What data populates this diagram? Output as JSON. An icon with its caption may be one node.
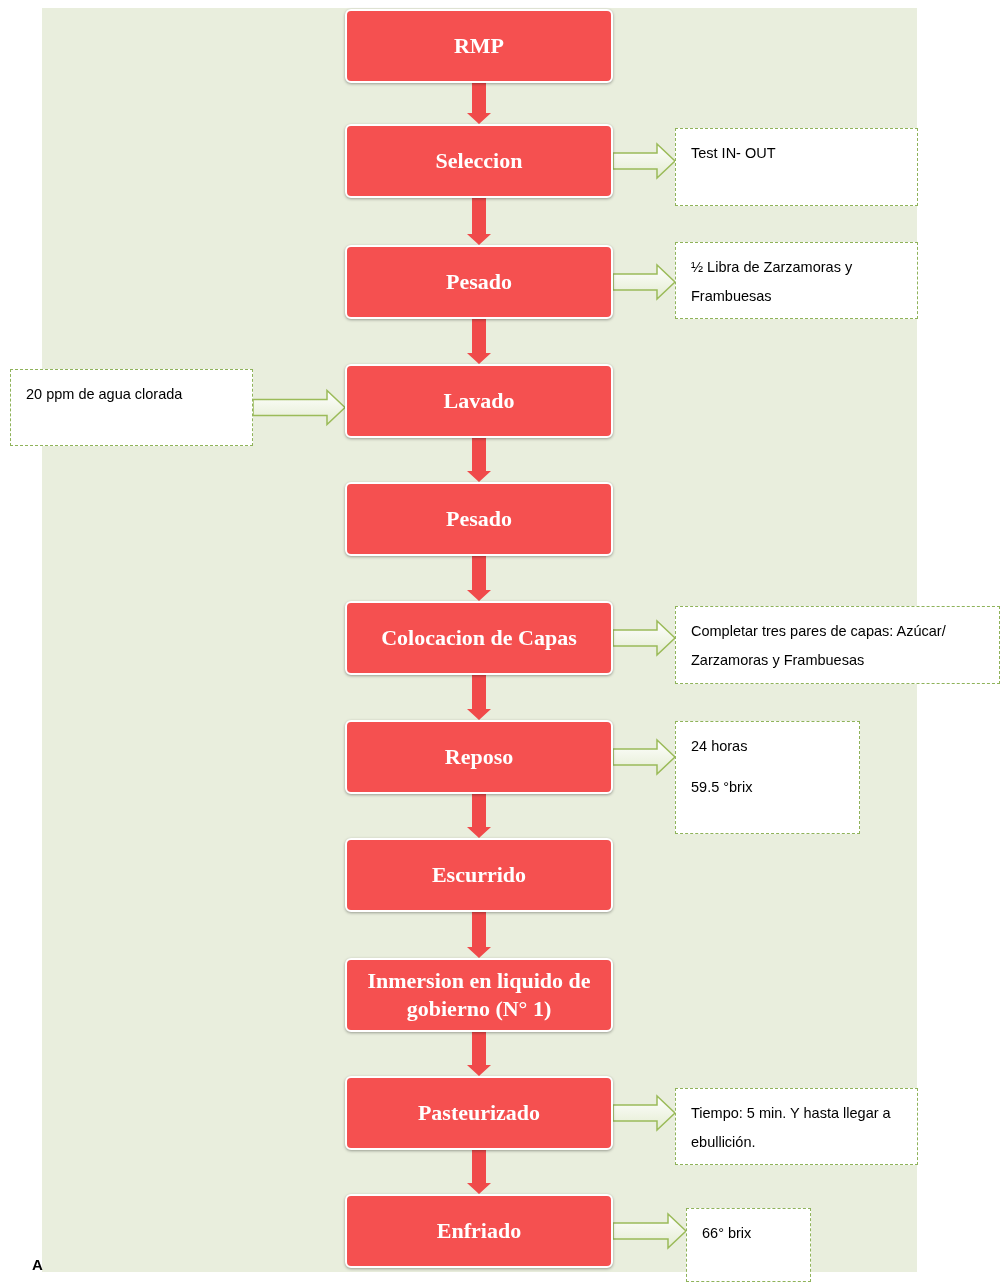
{
  "diagram": {
    "nodes": [
      {
        "text": [
          "RMP"
        ]
      },
      {
        "text": [
          "Seleccion"
        ]
      },
      {
        "text": [
          "Test IN- OUT"
        ]
      },
      {
        "text": [
          "Pesado"
        ]
      },
      {
        "text": [
          "½ Libra de Zarzamoras y Frambuesas"
        ]
      },
      {
        "text": [
          "20 ppm de agua clorada"
        ]
      },
      {
        "text": [
          "Lavado"
        ]
      },
      {
        "text": [
          "Pesado"
        ]
      },
      {
        "text": [
          "Colocacion de Capas"
        ]
      },
      {
        "text": [
          "Completar tres pares de capas: Azúcar/ Zarzamoras y Frambuesas"
        ]
      },
      {
        "text": [
          "Reposo"
        ]
      },
      {
        "text": [
          "24 horas",
          "59.5 °brix"
        ]
      },
      {
        "text": [
          "Escurrido"
        ]
      },
      {
        "text": [
          "Inmersion en liquido de gobierno (N° 1)"
        ]
      },
      {
        "text": [
          "Pasteurizado"
        ]
      },
      {
        "text": [
          "Tiempo: 5 min. Y hasta llegar a ebullición."
        ]
      },
      {
        "text": [
          "Enfriado"
        ]
      },
      {
        "text": [
          "66° brix"
        ]
      }
    ],
    "edges": [
      {
        "from": 0,
        "to": 1,
        "arrow": "to"
      },
      {
        "from": 1,
        "to": 2,
        "arrow": "to",
        "color": "#9bbb59"
      },
      {
        "from": 1,
        "to": 3,
        "arrow": "to"
      },
      {
        "from": 3,
        "to": 4,
        "arrow": "to",
        "color": "#9bbb59"
      },
      {
        "from": 3,
        "to": 6,
        "arrow": "to"
      },
      {
        "from": 5,
        "to": 6,
        "arrow": "to",
        "color": "#9bbb59"
      },
      {
        "from": 6,
        "to": 7,
        "arrow": "to"
      },
      {
        "from": 7,
        "to": 8,
        "arrow": "to"
      },
      {
        "from": 8,
        "to": 9,
        "arrow": "to",
        "color": "#9bbb59"
      },
      {
        "from": 8,
        "to": 10,
        "arrow": "to"
      },
      {
        "from": 10,
        "to": 11,
        "arrow": "to",
        "color": "#9bbb59"
      },
      {
        "from": 10,
        "to": 12,
        "arrow": "to"
      },
      {
        "from": 12,
        "to": 13,
        "arrow": "to"
      },
      {
        "from": 13,
        "to": 14,
        "arrow": "to"
      },
      {
        "from": 14,
        "to": 15,
        "arrow": "to",
        "color": "#9bbb59"
      },
      {
        "from": 14,
        "to": 16,
        "arrow": "to"
      },
      {
        "from": 16,
        "to": 17,
        "arrow": "to",
        "color": "#9bbb59"
      }
    ],
    "labels": [
      "A"
    ]
  }
}
